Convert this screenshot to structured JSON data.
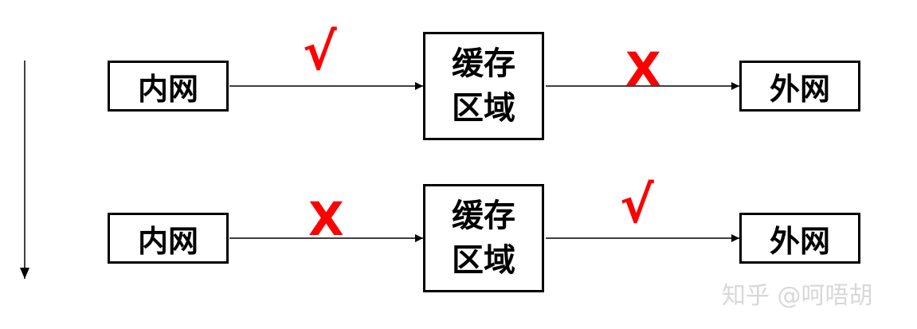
{
  "rows": [
    {
      "left_label": "内网",
      "center_label": "缓存\n区域",
      "right_label": "外网",
      "left_mark": "√",
      "right_mark": "X"
    },
    {
      "left_label": "内网",
      "center_label": "缓存\n区域",
      "right_label": "外网",
      "left_mark": "X",
      "right_mark": "√"
    }
  ],
  "watermark": "知乎 @呵唔胡",
  "colors": {
    "mark": "#ff0000",
    "line": "#000000",
    "watermark": "#d8d8d8"
  }
}
